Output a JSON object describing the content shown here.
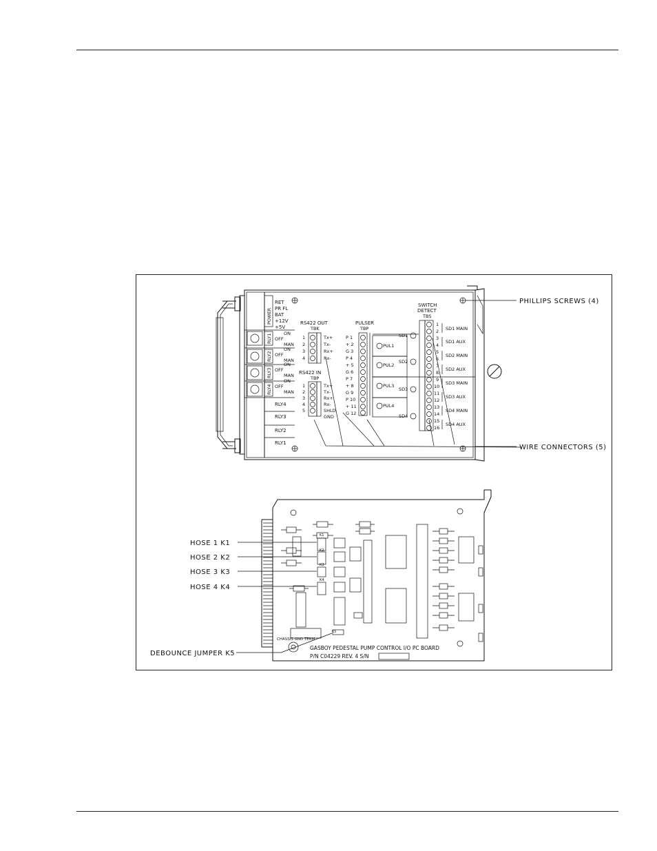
{
  "callouts": {
    "phillips": "PHILLIPS SCREWS (4)",
    "wire": "WIRE CONNECTORS (5)",
    "hose1": "HOSE 1 K1",
    "hose2": "HOSE 2 K2",
    "hose3": "HOSE 3 K3",
    "hose4": "HOSE 4 K4",
    "debounce": "DEBOUNCE JUMPER K5"
  },
  "top_panel": {
    "power_tab": "POWER",
    "power_labels": [
      "RET",
      "PR FL",
      "BAT",
      "+12V",
      "+5V"
    ],
    "relays": [
      {
        "tab": "RLY1",
        "on": "ON",
        "off": "OFF",
        "man": "MAN"
      },
      {
        "tab": "RLY2",
        "on": "ON",
        "off": "OFF",
        "man": "MAN"
      },
      {
        "tab": "RLY3",
        "on": "ON",
        "off": "OFF",
        "man": "MAN"
      },
      {
        "tab": "RLY4",
        "on": "ON",
        "off": "OFF",
        "man": "MAN"
      }
    ],
    "relay_bottom": [
      "RLY4",
      "RLY3",
      "RLY2",
      "RLY1"
    ],
    "rs422_out": {
      "title": "RS422 OUT",
      "sub": "TBK",
      "nums": [
        "1",
        "2",
        "3",
        "4"
      ],
      "pins": [
        "Tx+",
        "Tx-",
        "Rx+",
        "Rx-"
      ]
    },
    "rs422_in": {
      "title": "RS422 IN",
      "sub": "TBP",
      "nums": [
        "1",
        "2",
        "3",
        "4",
        "5"
      ],
      "pins": [
        "Tx+",
        "Tx-",
        "Rx+",
        "Rx-",
        "SHLD",
        "GND"
      ]
    },
    "pulser": {
      "title": "PULSER",
      "sub": "TBP",
      "rows": [
        "P 1",
        "+ 2",
        "G 3",
        "P 4",
        "+ 5",
        "G 6",
        "P 7",
        "+ 8",
        "G 9",
        "P 10",
        "+ 11",
        "G 12"
      ],
      "leds": [
        "PUL1",
        "PUL2",
        "PUL3",
        "PUL4"
      ]
    },
    "switch": {
      "title1": "SWITCH",
      "title2": "DETECT",
      "sub": "TBS",
      "leds": [
        "SD1",
        "SD2",
        "SD3",
        "SD4"
      ],
      "nums": [
        "1",
        "2",
        "3",
        "4",
        "5",
        "6",
        "7",
        "8",
        "9",
        "10",
        "11",
        "12",
        "13",
        "14",
        "15",
        "16"
      ],
      "labels": [
        "SD1 MAIN",
        "SD1 AUX",
        "SD2 MAIN",
        "SD2 AUX",
        "SD3 MAIN",
        "SD3 AUX",
        "SD4 MAIN",
        "SD4 AUX"
      ]
    }
  },
  "board": {
    "chassis": "CHASSIS GND TERM",
    "title": "GASBOY PEDESTAL PUMP CONTROL I/O PC BOARD",
    "pn": "P/N C04229 REV. 4 S/N",
    "k_labels": [
      "K1",
      "K2",
      "K3",
      "K4"
    ],
    "k5": "K5"
  }
}
